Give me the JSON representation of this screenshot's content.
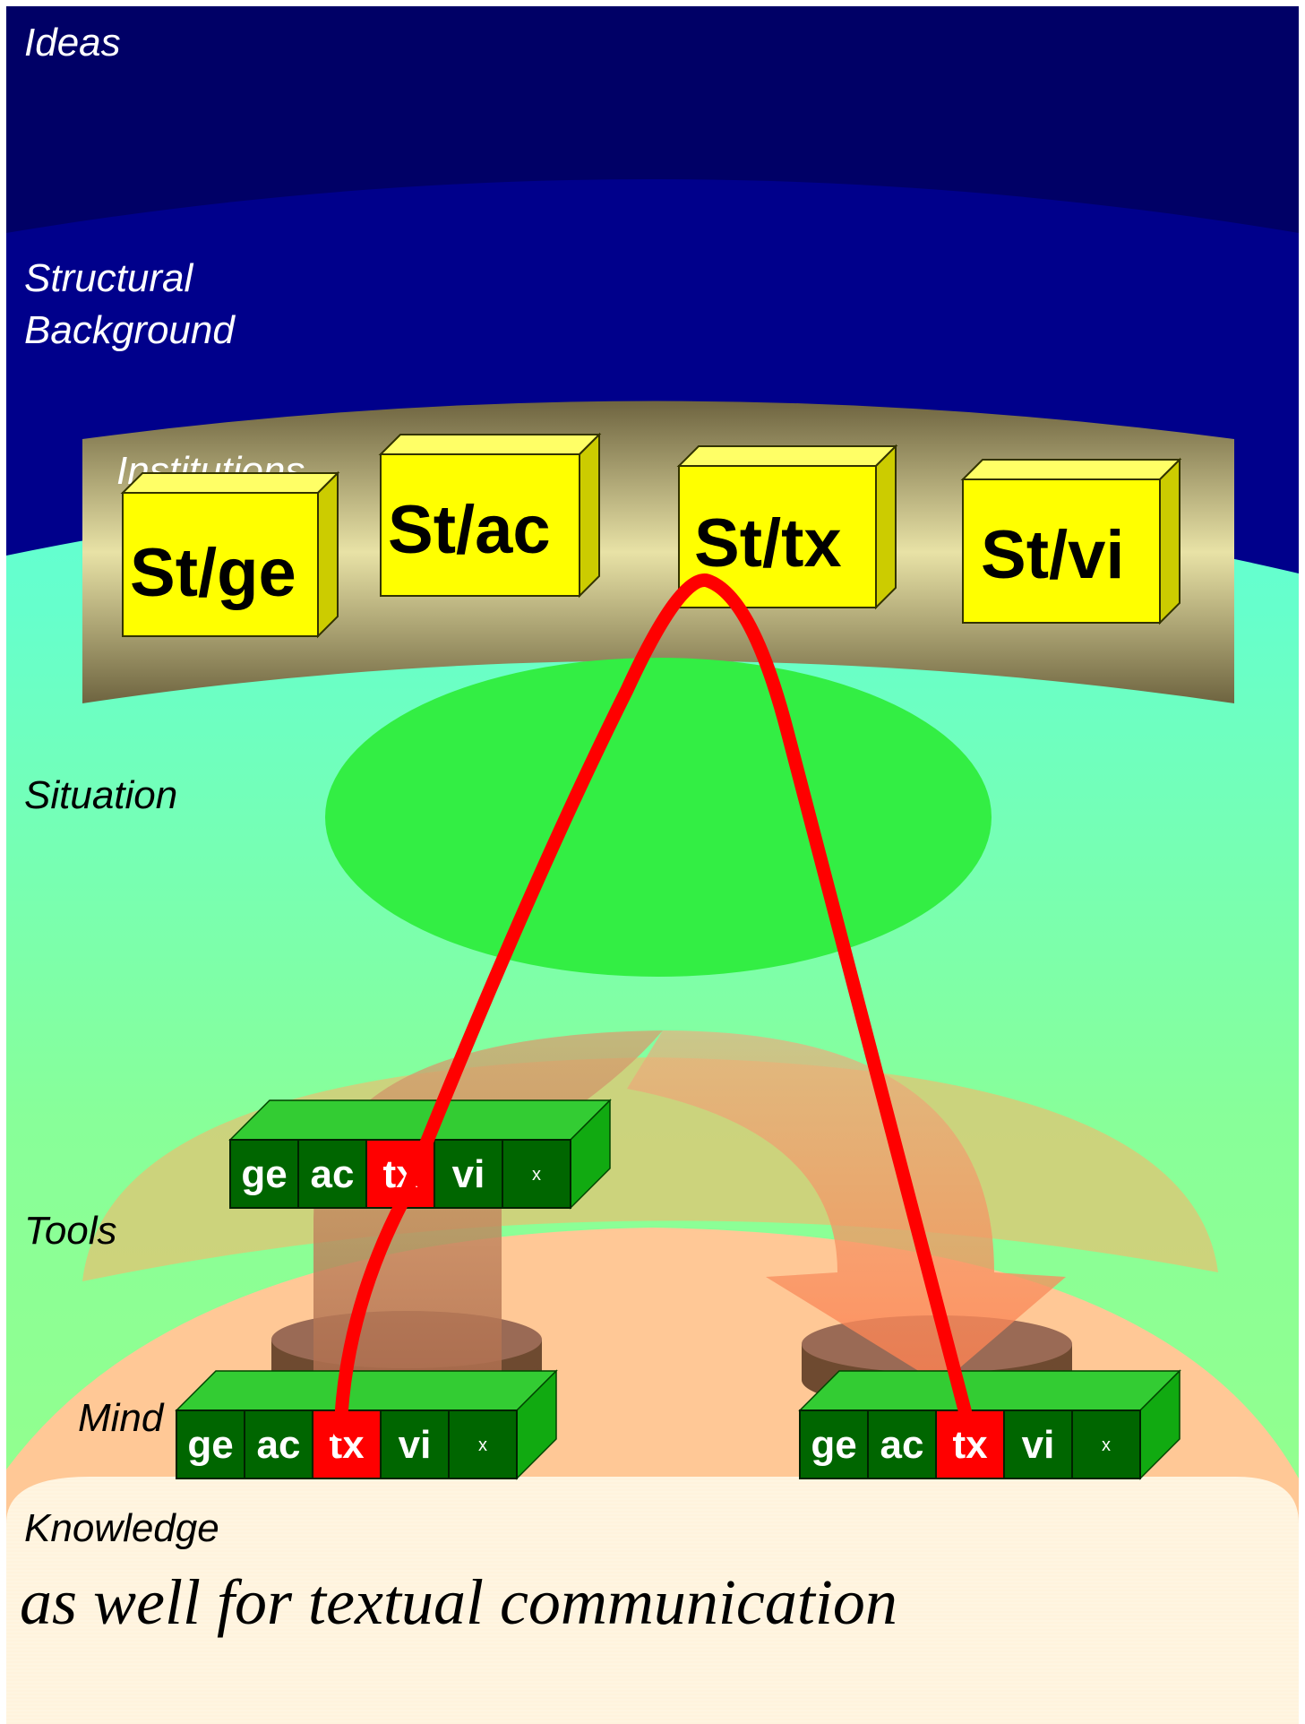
{
  "layers": {
    "ideas": "Ideas",
    "structural_line1": "Structural",
    "structural_line2": "Background",
    "institutions": "Institutions",
    "situation": "Situation",
    "tools": "Tools",
    "mind": "Mind",
    "knowledge": "Knowledge"
  },
  "institutions": [
    {
      "label": "St/ge"
    },
    {
      "label": "St/ac"
    },
    {
      "label": "St/tx"
    },
    {
      "label": "St/vi"
    }
  ],
  "tool_bar": {
    "cells": [
      "ge",
      "ac",
      "tx",
      "vi",
      "x"
    ],
    "highlight": "tx"
  },
  "mind_bars": [
    {
      "cells": [
        "ge",
        "ac",
        "tx",
        "vi",
        "x"
      ],
      "highlight": "tx"
    },
    {
      "cells": [
        "ge",
        "ac",
        "tx",
        "vi",
        "x"
      ],
      "highlight": "tx"
    }
  ],
  "caption": "as well for textual  communication",
  "colors": {
    "ideas": "#000066",
    "structural": "#00008b",
    "institutions_band": "#8b8050",
    "box_face": "#ffff00",
    "situation_ellipse": "#33ee44",
    "tools_band": "#e0c070",
    "mind_area": "#ffc896",
    "cell_green": "#006600",
    "cell_red": "#ff0000",
    "path_red": "#ff0000"
  }
}
